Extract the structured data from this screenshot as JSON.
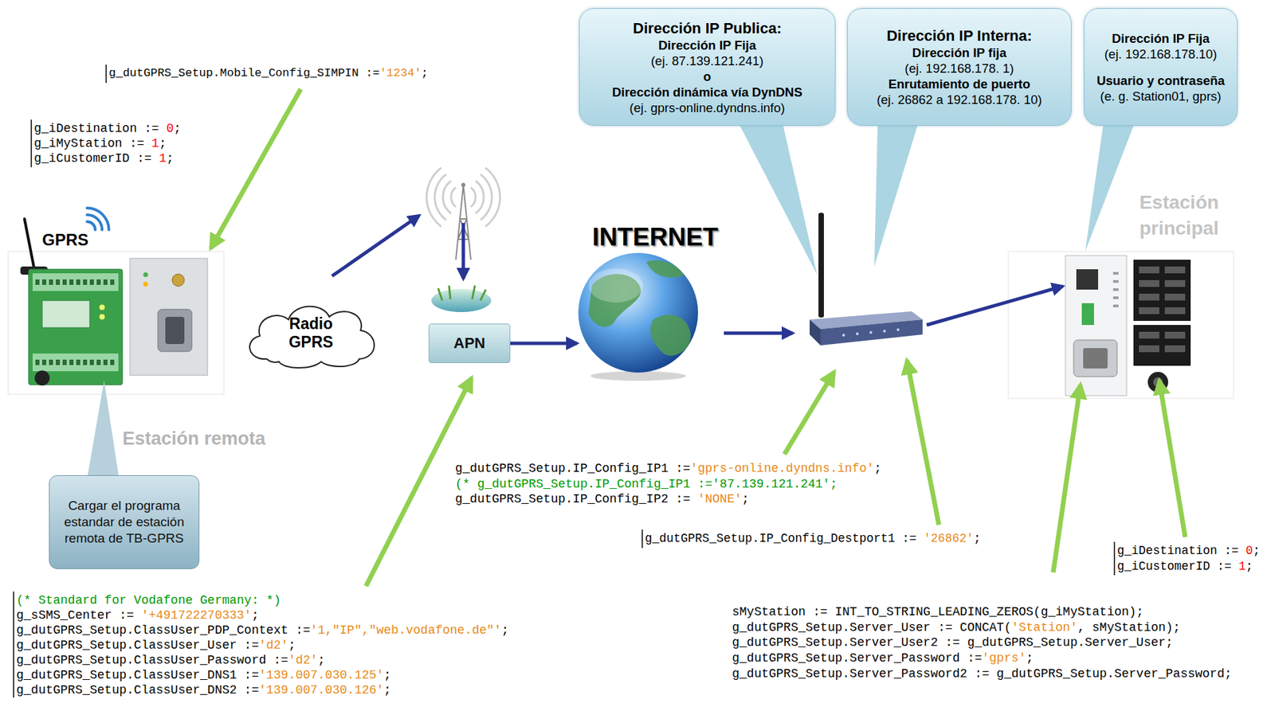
{
  "diagram": {
    "nodes": [
      {
        "text": [
          "GPRS",
          "Estación remota"
        ]
      },
      {
        "text": [
          "Cargar el programa estandar de estación remota de TB-GPRS"
        ]
      },
      {
        "text": [
          "Radio GPRS"
        ]
      },
      {
        "text": [
          "APN"
        ]
      },
      {
        "text": [
          "INTERNET"
        ]
      },
      {
        "text": [
          "Dirección IP Publica:",
          "Dirección IP Fija",
          "(ej. 87.139.121.241)",
          "o",
          "Dirección dinámica vía DynDNS",
          "(ej. gprs-online.dyndns.info)"
        ]
      },
      {
        "text": [
          "Dirección IP Interna:",
          "Dirección IP fija",
          "(ej. 192.168.178. 1)",
          "Enrutamiento de puerto",
          "(ej. 26862 a 192.168.178. 10)"
        ]
      },
      {
        "text": [
          "Dirección IP Fija",
          "(ej. 192.168.178.10)",
          "Usuario y contraseña",
          "(e. g. Station01, gprs)"
        ]
      },
      {
        "text": [
          "Estación principal"
        ]
      }
    ],
    "edges": [
      {
        "from": 3,
        "to": 4,
        "arrow": "to"
      }
    ],
    "labels": [
      "g_dutGPRS_Setup.Mobile_Config_SIMPIN :='1234';",
      "g_iDestination := 0;",
      "g_iMyStation := 1;",
      "g_iCustomerID := 1;",
      "(* Standard for Vodafone Germany: *)",
      "g_sSMS_Center := '+491722270333';",
      "g_dutGPRS_Setup.ClassUser_PDP_Context :='1,\"IP\",\"web.vodafone.de\"';",
      "g_dutGPRS_Setup.ClassUser_User :='d2';",
      "g_dutGPRS_Setup.ClassUser_Password :='d2';",
      "g_dutGPRS_Setup.ClassUser_DNS1 :='139.007.030.125';",
      "g_dutGPRS_Setup.ClassUser_DNS2 :='139.007.030.126';",
      "g_dutGPRS_Setup.IP_Config_IP1 :='gprs-online.dyndns.info';",
      "(* g_dutGPRS_Setup.IP_Config_IP1 :='87.139.121.241';",
      "g_dutGPRS_Setup.IP_Config_IP2 := 'NONE';",
      "g_dutGPRS_Setup.IP_Config_Destport1 := '26862';",
      "g_iDestination := 0;",
      "g_iCustomerID := 1;",
      "sMyStation := INT_TO_STRING_LEADING_ZEROS(g_iMyStation);",
      "g_dutGPRS_Setup.Server_User := CONCAT('Station', sMyStation);",
      "g_dutGPRS_Setup.Server_User2 := g_dutGPRS_Setup.Server_User;",
      "g_dutGPRS_Setup.Server_Password :='gprs';",
      "g_dutGPRS_Setup.Server_Password2 := g_dutGPRS_Setup.Server_Password;"
    ]
  }
}
